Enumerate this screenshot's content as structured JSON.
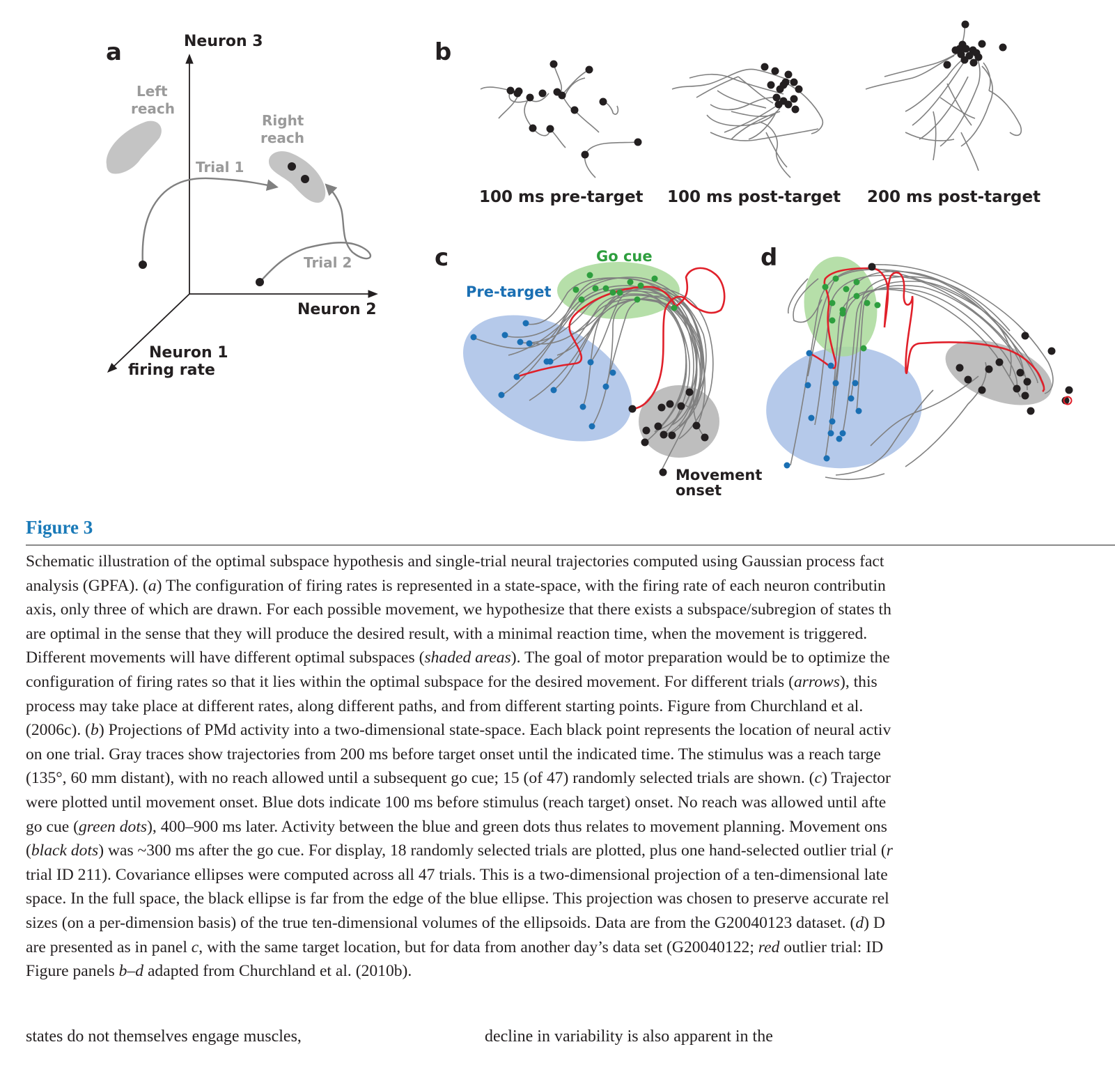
{
  "panel_a": {
    "letter": "a",
    "axis_y": "Neuron 3",
    "axis_x": "Neuron 2",
    "axis_z_line1": "Neuron 1",
    "axis_z_line2": "firing rate",
    "left_reach_line1": "Left",
    "left_reach_line2": "reach",
    "right_reach_line1": "Right",
    "right_reach_line2": "reach",
    "trial1": "Trial 1",
    "trial2": "Trial 2"
  },
  "panel_b": {
    "letter": "b",
    "labels": [
      "100 ms pre-target",
      "100 ms post-target",
      "200 ms post-target"
    ]
  },
  "panel_c": {
    "letter": "c",
    "pre_target": "Pre-target",
    "go_cue": "Go cue",
    "movement_onset_line1": "Movement",
    "movement_onset_line2": "onset"
  },
  "panel_d": {
    "letter": "d"
  },
  "colors": {
    "blue_label": "#1a6fb3",
    "green_label": "#2e9e3e",
    "blue_ellipse": "#a8bfe6",
    "green_ellipse": "#a9d99a",
    "gray_ellipse": "#b3b3b3",
    "red_trace": "#e0202a",
    "gray_trace": "#808080",
    "figure_title": "#1a7ab8"
  },
  "figure": {
    "title": "Figure 3",
    "caption_lines": [
      [
        {
          "t": "Schematic illustration of the optimal subspace hypothesis and single-trial neural trajectories computed using Gaussian process fact"
        }
      ],
      [
        {
          "t": "analysis (GPFA). ("
        },
        {
          "t": "a",
          "i": true
        },
        {
          "t": ") The configuration of firing rates is represented in a state-space, with the firing rate of each neuron contributin"
        }
      ],
      [
        {
          "t": "axis, only three of which are drawn. For each possible movement, we hypothesize that there exists a subspace/subregion of states th"
        }
      ],
      [
        {
          "t": "are optimal in the sense that they will produce the desired result, with a minimal reaction time, when the movement is triggered."
        }
      ],
      [
        {
          "t": "Different movements will have different optimal subspaces ("
        },
        {
          "t": "shaded areas",
          "i": true
        },
        {
          "t": "). The goal of motor preparation would be to optimize the"
        }
      ],
      [
        {
          "t": "configuration of firing rates so that it lies within the optimal subspace for the desired movement. For different trials ("
        },
        {
          "t": "arrows",
          "i": true
        },
        {
          "t": "), this"
        }
      ],
      [
        {
          "t": "process may take place at different rates, along different paths, and from different starting points. Figure from Churchland et al."
        }
      ],
      [
        {
          "t": "(2006c). ("
        },
        {
          "t": "b",
          "i": true
        },
        {
          "t": ") Projections of PMd activity into a two-dimensional state-space. Each black point represents the location of neural activ"
        }
      ],
      [
        {
          "t": "on one trial. Gray traces show trajectories from 200 ms before target onset until the indicated time. The stimulus was a reach targe"
        }
      ],
      [
        {
          "t": "(135°, 60 mm distant), with no reach allowed until a subsequent go cue; 15 (of 47) randomly selected trials are shown. ("
        },
        {
          "t": "c",
          "i": true
        },
        {
          "t": ") Trajector"
        }
      ],
      [
        {
          "t": "were plotted until movement onset. Blue dots indicate 100 ms before stimulus (reach target) onset. No reach was allowed until afte"
        }
      ],
      [
        {
          "t": "go cue ("
        },
        {
          "t": "green dots",
          "i": true
        },
        {
          "t": "), 400–900 ms later. Activity between the blue and green dots thus relates to movement planning. Movement ons"
        }
      ],
      [
        {
          "t": "("
        },
        {
          "t": "black dots",
          "i": true
        },
        {
          "t": ") was ~300 ms after the go cue. For display, 18 randomly selected trials are plotted, plus one hand-selected outlier trial ("
        },
        {
          "t": "r",
          "i": true
        }
      ],
      [
        {
          "t": "trial ID 211). Covariance ellipses were computed across all 47 trials. This is a two-dimensional projection of a ten-dimensional late"
        }
      ],
      [
        {
          "t": "space. In the full space, the black ellipse is far from the edge of the blue ellipse. This projection was chosen to preserve accurate rel"
        }
      ],
      [
        {
          "t": "sizes (on a per-dimension basis) of the true ten-dimensional volumes of the ellipsoids. Data are from the G20040123 dataset. ("
        },
        {
          "t": "d",
          "i": true
        },
        {
          "t": ") D"
        }
      ],
      [
        {
          "t": "are presented as in panel "
        },
        {
          "t": "c",
          "i": true
        },
        {
          "t": ", with the same target location, but for data from another day’s data set (G20040122; "
        },
        {
          "t": "red",
          "i": true
        },
        {
          "t": " outlier trial: ID"
        }
      ],
      [
        {
          "t": "Figure panels "
        },
        {
          "t": "b–d",
          "i": true
        },
        {
          "t": " adapted from Churchland et al. (2010b)."
        }
      ]
    ]
  },
  "body_text": {
    "left_col": "states  do  not  themselves  engage  muscles,",
    "right_col": "decline  in  variability  is  also  apparent  in  the"
  }
}
